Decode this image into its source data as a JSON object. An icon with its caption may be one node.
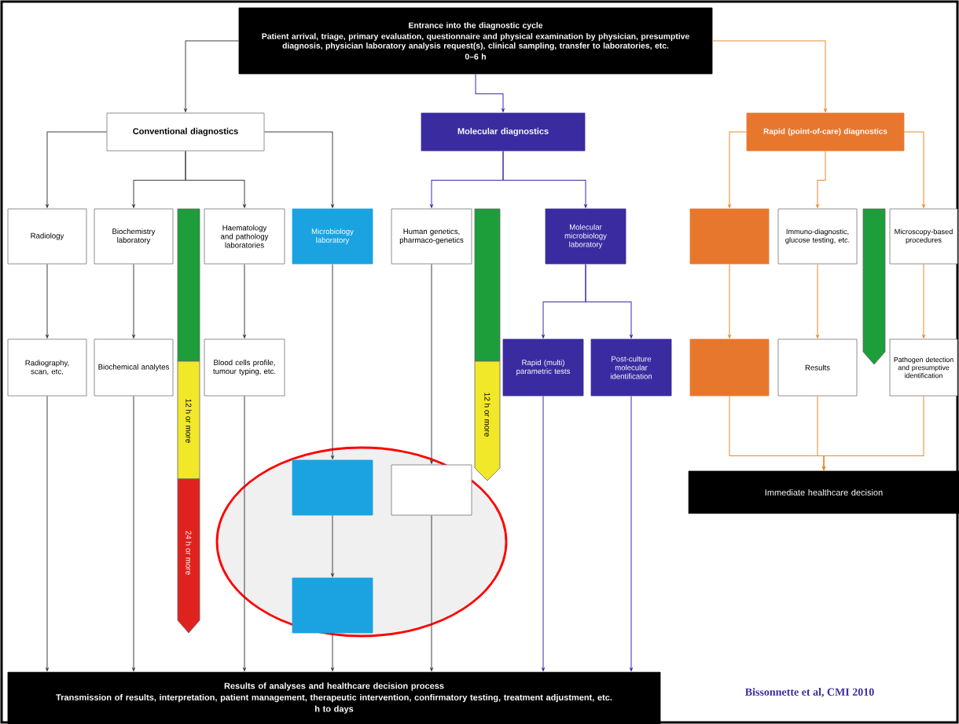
{
  "diagram": {
    "nodes": [
      {
        "text": [
          "Entrance into the diagnostic cycle",
          "Patient arrival, triage, primary evaluation, questionnaire and physical examination by physician, presumptive diagnosis, physician laboratory analysis request(s), clinical sampling, transfer to laboratories, etc.",
          "0–6 h"
        ]
      },
      {
        "text": [
          "Conventional diagnostics"
        ]
      },
      {
        "text": [
          "Molecular diagnostics"
        ]
      },
      {
        "text": [
          "Rapid (point-of-care) diagnostics"
        ]
      },
      {
        "text": [
          "Radiology"
        ]
      },
      {
        "text": [
          "Biochemistry laboratory"
        ]
      },
      {
        "text": [
          "Haematology and pathology laboratories"
        ]
      },
      {
        "text": [
          "Microbiology laboratory"
        ]
      },
      {
        "text": [
          "Human genetics, pharmaco-genetics"
        ]
      },
      {
        "text": [
          "Molecular microbiology laboratory"
        ]
      },
      {
        "text": [],
        "shape": "box"
      },
      {
        "text": [
          "Immuno-diagnostic, glucose testing, etc."
        ]
      },
      {
        "text": [
          "Microscopy-based procedures"
        ]
      },
      {
        "text": [
          "Radiography, scan, etc."
        ]
      },
      {
        "text": [
          "Biochemical analytes"
        ]
      },
      {
        "text": [
          "Blood cells profile, tumour typing, etc."
        ]
      },
      {
        "text": [
          "Rapid (multi) parametric tests"
        ]
      },
      {
        "text": [
          "Post-culture molecular identification"
        ]
      },
      {
        "text": [],
        "shape": "box"
      },
      {
        "text": [
          "Results"
        ]
      },
      {
        "text": [
          "Pathogen detection and presumptive identification"
        ]
      },
      {
        "text": [],
        "shape": "box"
      },
      {
        "text": [],
        "shape": "box"
      },
      {
        "text": [],
        "shape": "box"
      },
      {
        "text": [
          "Immediate healthcare decision"
        ]
      },
      {
        "text": [
          "Results of analyses and healthcare decision process",
          "Transmission of results, interpretation, patient management, therapeutic intervention, confirmatory testing, treatment adjustment, etc.",
          "h to days"
        ]
      }
    ],
    "edges": [
      {
        "from": 0,
        "to": 1,
        "arrow": "to"
      },
      {
        "from": 0,
        "to": 2,
        "arrow": "to",
        "color": "#3a2ca0"
      },
      {
        "from": 0,
        "to": 3,
        "arrow": "to",
        "color": "#e88a2e"
      },
      {
        "from": 1,
        "to": 4,
        "arrow": "to"
      },
      {
        "from": 1,
        "to": 5,
        "arrow": "to"
      },
      {
        "from": 1,
        "to": 6,
        "arrow": "to"
      },
      {
        "from": 1,
        "to": 7,
        "arrow": "to"
      },
      {
        "from": 2,
        "to": 8,
        "arrow": "to",
        "color": "#3a2ca0"
      },
      {
        "from": 2,
        "to": 9,
        "arrow": "to",
        "color": "#3a2ca0"
      },
      {
        "from": 3,
        "to": 10,
        "arrow": "to",
        "color": "#e88a2e"
      },
      {
        "from": 3,
        "to": 11,
        "arrow": "to",
        "color": "#e88a2e"
      },
      {
        "from": 3,
        "to": 12,
        "arrow": "to",
        "color": "#e88a2e"
      },
      {
        "from": 4,
        "to": 13,
        "arrow": "to"
      },
      {
        "from": 5,
        "to": 14,
        "arrow": "to"
      },
      {
        "from": 6,
        "to": 15,
        "arrow": "to"
      },
      {
        "from": 9,
        "to": 16,
        "arrow": "to",
        "color": "#3a2ca0"
      },
      {
        "from": 9,
        "to": 17,
        "arrow": "to",
        "color": "#3a2ca0"
      },
      {
        "from": 10,
        "to": 18,
        "arrow": "to",
        "color": "#e88a2e"
      },
      {
        "from": 11,
        "to": 19,
        "arrow": "to",
        "color": "#e88a2e"
      },
      {
        "from": 12,
        "to": 20,
        "arrow": "to",
        "color": "#e88a2e"
      },
      {
        "from": 7,
        "to": 21,
        "arrow": "to"
      },
      {
        "from": 21,
        "to": 23,
        "arrow": "to"
      },
      {
        "from": 8,
        "to": 22,
        "arrow": "to"
      },
      {
        "from": 18,
        "to": 24,
        "arrow": "to",
        "color": "#e88a2e"
      },
      {
        "from": 19,
        "to": 24,
        "arrow": "to",
        "color": "#e88a2e"
      },
      {
        "from": 20,
        "to": 24,
        "arrow": "to",
        "color": "#e88a2e"
      },
      {
        "from": 13,
        "to": 25,
        "arrow": "to"
      },
      {
        "from": 14,
        "to": 25,
        "arrow": "to"
      },
      {
        "from": 15,
        "to": 25,
        "arrow": "to"
      },
      {
        "from": 23,
        "to": 25,
        "arrow": "to"
      },
      {
        "from": 22,
        "to": 25,
        "arrow": "to"
      },
      {
        "from": 16,
        "to": 25,
        "arrow": "to",
        "color": "#3a2ca0"
      },
      {
        "from": 17,
        "to": 25,
        "arrow": "to",
        "color": "#3a2ca0"
      }
    ],
    "labels": [
      "12 h or more",
      "24 h or more",
      "12 h or more",
      "Bissonnette et al, CMI 2010"
    ]
  }
}
